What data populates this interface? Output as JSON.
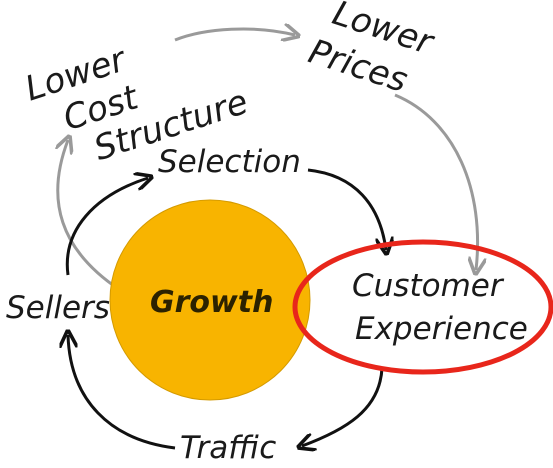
{
  "diagram": {
    "lower_cost": {
      "line1": "Lower",
      "line2": "Cost",
      "line3": "Structure"
    },
    "lower_prices": {
      "line1": "Lower",
      "line2": "Prices"
    },
    "selection": "Selection",
    "sellers": "Sellers",
    "growth": "Growth",
    "customer_experience": {
      "line1": "Customer",
      "line2": "Experience"
    },
    "traffic": "Traffic"
  },
  "colors": {
    "growth_fill": "#F8B400",
    "highlight_ring": "#E8261B",
    "black_arrow": "#111111",
    "gray_arrow": "#9a9a9a"
  }
}
